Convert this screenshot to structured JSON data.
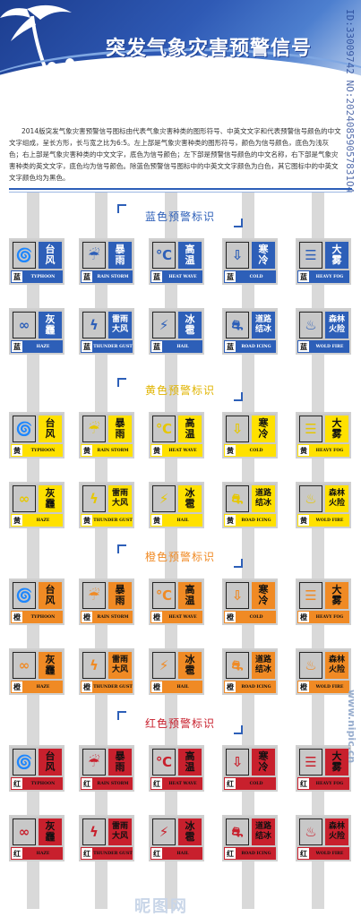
{
  "header": {
    "title": "突发气象灾害预警信号",
    "id_text": "ID:33009742 NO:20240859057831O4"
  },
  "intro": "2014版突发气象灾害预警信号图标由代表气象灾害种类的图形符号、中英文文字和代表预警信号颜色的中文文字组成，呈长方形，长与宽之比为6:5。左上部是气象灾害种类的图形符号，颜色为信号颜色，底色为浅灰色；右上部是气象灾害种类的中文文字，底色为信号颜色；左下部是预警信号颜色的中文名称，右下部是气象灾害种类的英文文字，底色均为信号颜色。除蓝色预警信号图标中的中英文文字颜色为白色，其它图标中的中英文文字颜色均为黑色。",
  "colors": {
    "blue": "#2d5fb8",
    "yellow": "#ffe100",
    "orange": "#f08a24",
    "red": "#c8202d",
    "icon_bg": "#c8c8c8"
  },
  "sections": [
    {
      "label": "蓝色预警标识",
      "level": "蓝",
      "color": "#2d5fb8",
      "text_color": "#ffffff",
      "label_color": "#2d5fb8"
    },
    {
      "label": "黄色预警标识",
      "level": "黄",
      "color": "#ffe100",
      "text_color": "#111111",
      "label_color": "#e0b400"
    },
    {
      "label": "橙色预警标识",
      "level": "橙",
      "color": "#f08a24",
      "text_color": "#111111",
      "label_color": "#f08a24"
    },
    {
      "label": "红色预警标识",
      "level": "红",
      "color": "#c8202d",
      "text_color": "#111111",
      "label_color": "#c8202d"
    }
  ],
  "signs": [
    {
      "line1": "台",
      "line2": "风",
      "en": "TYPHOON",
      "icon": "typhoon-icon",
      "glyph": "🌀"
    },
    {
      "line1": "暴",
      "line2": "雨",
      "en": "RAIN STORM",
      "icon": "rainstorm-icon",
      "glyph": "☔"
    },
    {
      "line1": "高",
      "line2": "温",
      "en": "HEAT WAVE",
      "icon": "heat-icon",
      "glyph": "℃"
    },
    {
      "line1": "寒",
      "line2": "冷",
      "en": "COLD",
      "icon": "cold-icon",
      "glyph": "⇩"
    },
    {
      "line1": "大",
      "line2": "雾",
      "en": "HEAVY FOG",
      "icon": "fog-icon",
      "glyph": "☰"
    },
    {
      "line1": "灰",
      "line2": "霾",
      "en": "HAZE",
      "icon": "haze-icon",
      "glyph": "∞"
    },
    {
      "line1": "雷雨",
      "line2": "大风",
      "en": "THUNDER GUST",
      "icon": "thunder-gust-icon",
      "glyph": "ϟ"
    },
    {
      "line1": "冰",
      "line2": "雹",
      "en": "HAIL",
      "icon": "hail-icon",
      "glyph": "⚡"
    },
    {
      "line1": "道路",
      "line2": "结冰",
      "en": "ROAD ICING",
      "icon": "road-icing-icon",
      "glyph": "⛐"
    },
    {
      "line1": "森林",
      "line2": "火险",
      "en": "WOLD FIRE",
      "icon": "forest-fire-icon",
      "glyph": "♨"
    }
  ],
  "site_mark": "www.nipic.cn",
  "logo_mark": "昵图网"
}
